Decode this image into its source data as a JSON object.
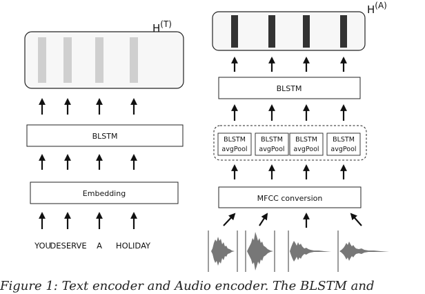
{
  "text_encoder": {
    "output_label": "H",
    "output_superscript": "(T)",
    "blstm_label": "BLSTM",
    "embedding_label": "Embedding",
    "words": [
      "YOU",
      "DESERVE",
      "A",
      "HOLIDAY"
    ]
  },
  "audio_encoder": {
    "output_label": "H",
    "output_superscript": "(A)",
    "blstm_label": "BLSTM",
    "sub_blocks": [
      {
        "line1": "BLSTM",
        "line2": "avgPool"
      },
      {
        "line1": "BLSTM",
        "line2": "avgPool"
      },
      {
        "line1": "BLSTM",
        "line2": "avgPool"
      },
      {
        "line1": "BLSTM",
        "line2": "avgPool"
      }
    ],
    "mfcc_label": "MFCC conversion"
  },
  "caption": "Figure 1: Text encoder and Audio encoder. The BLSTM and"
}
